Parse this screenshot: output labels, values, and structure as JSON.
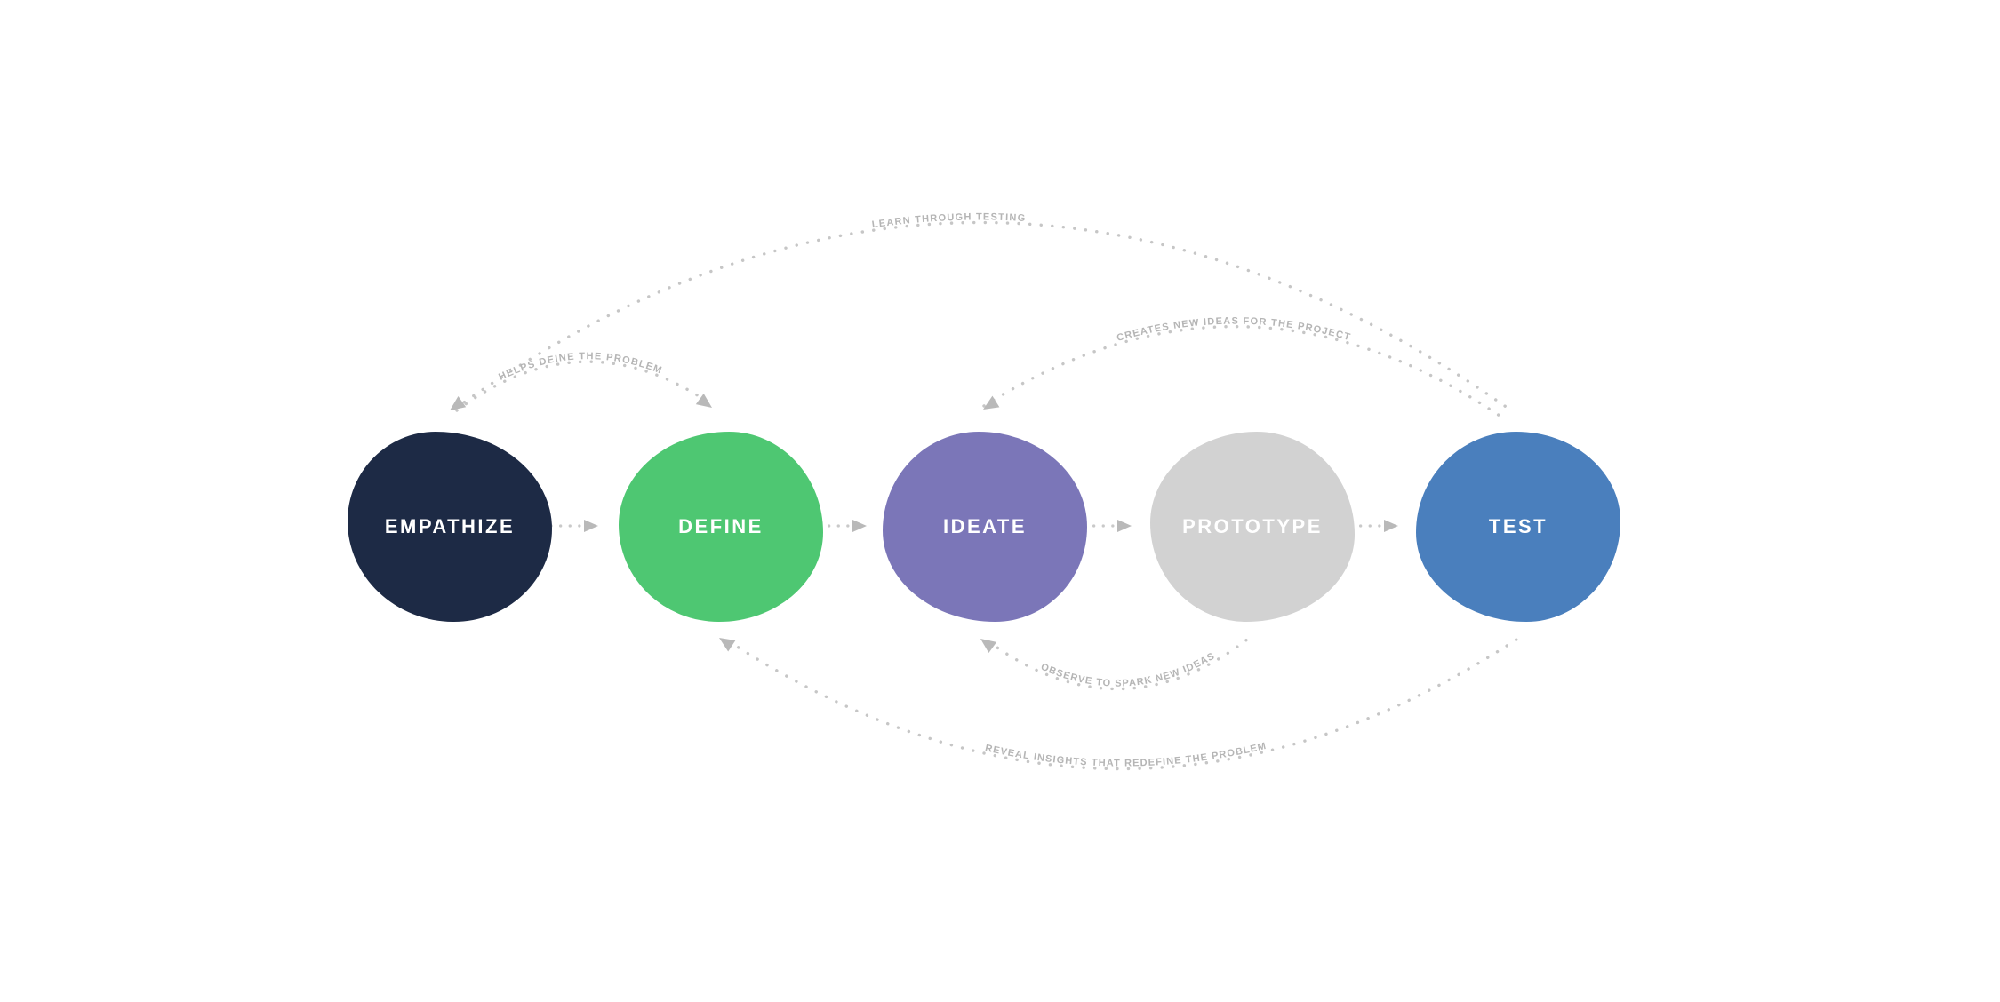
{
  "diagram": {
    "name": "design-thinking-process",
    "background_color": "#ffffff",
    "stages": [
      {
        "label": "EMPATHIZE",
        "color": "#1d2a45",
        "text_color": "#ffffff"
      },
      {
        "label": "DEFINE",
        "color": "#4ec772",
        "text_color": "#ffffff"
      },
      {
        "label": "IDEATE",
        "color": "#7b76b8",
        "text_color": "#ffffff"
      },
      {
        "label": "PROTOTYPE",
        "color": "#d2d2d2",
        "text_color": "#ffffff"
      },
      {
        "label": "TEST",
        "color": "#4a7fbd",
        "text_color": "#ffffff"
      }
    ],
    "flow_arrows": [
      {
        "from": "EMPATHIZE",
        "to": "DEFINE"
      },
      {
        "from": "DEFINE",
        "to": "IDEATE"
      },
      {
        "from": "IDEATE",
        "to": "PROTOTYPE"
      },
      {
        "from": "PROTOTYPE",
        "to": "TEST"
      }
    ],
    "arcs": [
      {
        "label": "LEARN THROUGH TESTING",
        "from": "TEST",
        "to": "EMPATHIZE",
        "side": "top"
      },
      {
        "label": "CREATES NEW IDEAS FOR THE PROJECT",
        "from": "TEST",
        "to": "IDEATE",
        "side": "top"
      },
      {
        "label": "HELPS DEINE THE PROBLEM",
        "from": "EMPATHIZE",
        "to": "DEFINE",
        "side": "top"
      },
      {
        "label": "OBSERVE TO SPARK NEW IDEAS",
        "from": "PROTOTYPE",
        "to": "IDEATE",
        "side": "bottom"
      },
      {
        "label": "REVEAL INSIGHTS THAT REDEFINE THE PROBLEM",
        "from": "TEST",
        "to": "DEFINE",
        "side": "bottom"
      }
    ],
    "line_color": "#c6c6c6",
    "arrowhead_color": "#b9b9b9",
    "arc_label_color": "#b5b5b5"
  }
}
